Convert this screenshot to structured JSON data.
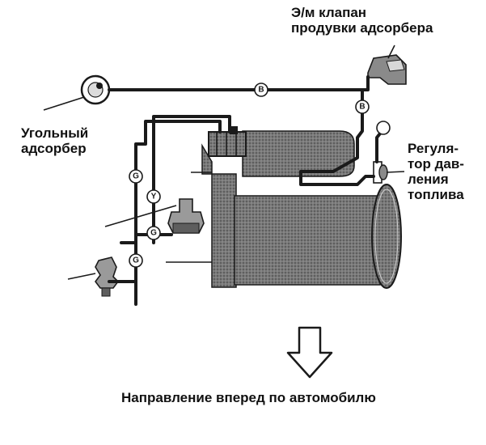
{
  "labels": {
    "purge_valve": "Э/м клапан\nпродувки адсорбера",
    "canister": "Угольный\nадсорбер",
    "regulator": "Регуля-\nтор дав-\nления\nтоплива",
    "direction": "Направление вперед по автомобилю"
  },
  "hose_tags": {
    "b1": "B",
    "b2": "B",
    "top_right": "",
    "g1": "G",
    "y": "Y",
    "g2": "G",
    "g3": "G"
  },
  "colors": {
    "ink": "#1a1a1a",
    "engine_fill": "#6e6e6e",
    "background": "#ffffff"
  }
}
